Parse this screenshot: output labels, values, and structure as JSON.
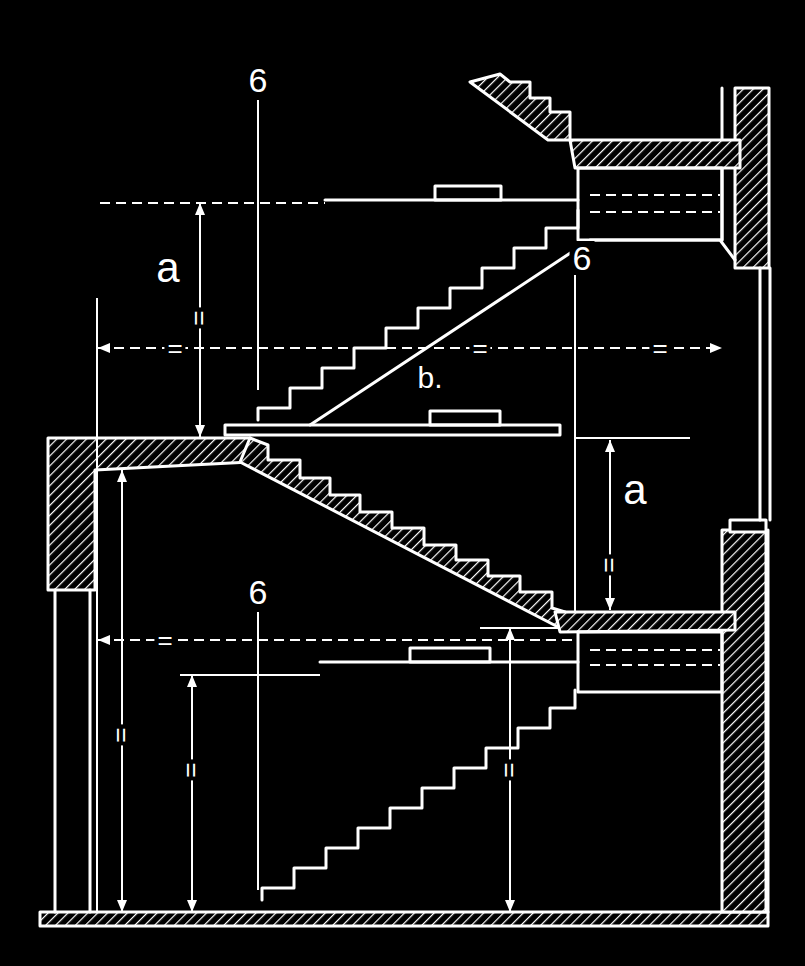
{
  "diagram": {
    "labels": [
      "6",
      "a",
      "6",
      "b.",
      "a",
      "6",
      "=",
      "=",
      "=",
      "=",
      "=",
      "=",
      "=",
      "=",
      "="
    ]
  }
}
